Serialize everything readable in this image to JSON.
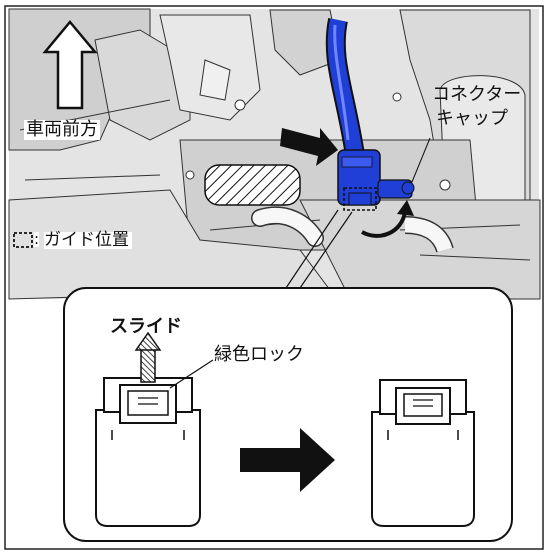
{
  "labels": {
    "vehicle_front": "車両前方",
    "connector_cap": [
      "コネクター",
      "キャップ"
    ],
    "guide_legend_text": "ガイド位置",
    "guide_legend_separator": ":",
    "slide": "スライド",
    "green_lock": "緑色ロック"
  },
  "icons": {
    "front_arrow": "up-arrow-outline-icon",
    "action_arrow": "right-arrow-icon",
    "slide_arrow": "striped-up-arrow-icon",
    "rotate_arrow": "curved-arrow-icon",
    "guide_marker": "dashed-box-icon"
  },
  "colors": {
    "connector": "#1f3fd6",
    "line": "#111111",
    "engine_shade": "#d6d6d6",
    "background": "#ffffff"
  }
}
